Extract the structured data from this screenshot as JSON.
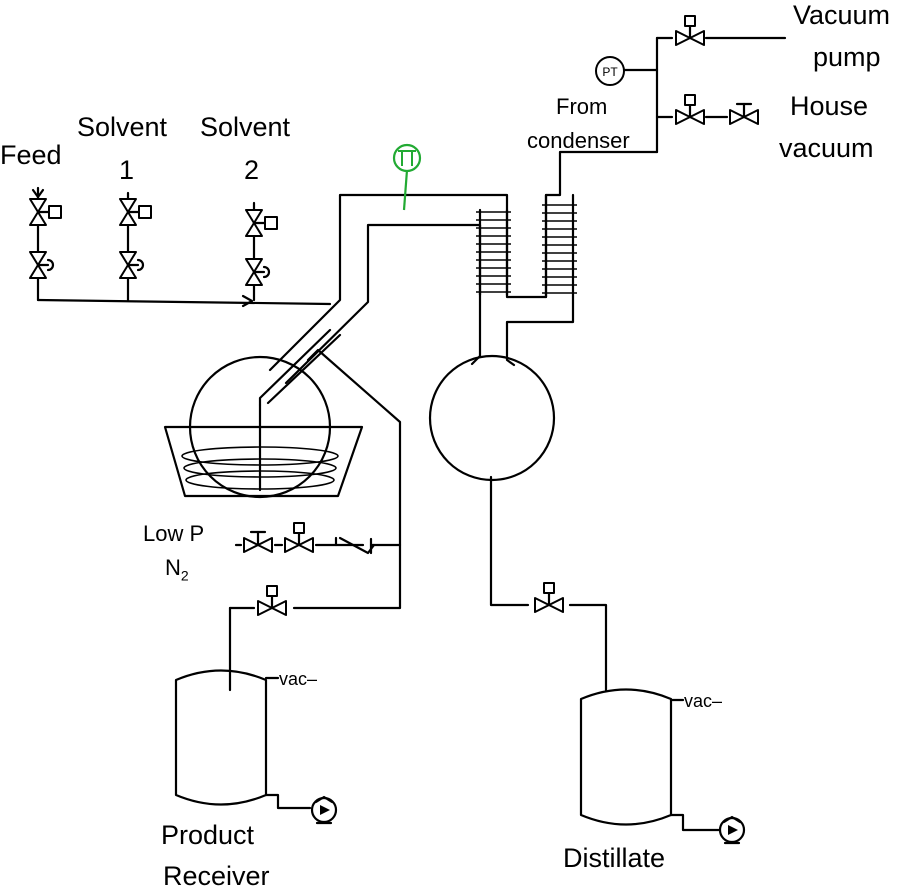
{
  "labels": {
    "feed": "Feed",
    "solvent1_name": "Solvent",
    "solvent1_num": "1",
    "solvent2_name": "Solvent",
    "solvent2_num": "2",
    "vacuum_pump_1": "Vacuum",
    "vacuum_pump_2": "pump",
    "house_vacuum_1": "House",
    "house_vacuum_2": "vacuum",
    "from_condenser_1": "From",
    "from_condenser_2": "condenser",
    "pressure_transmitter": "PT",
    "low_p": "Low P",
    "n2": "N",
    "n2_sub": "2",
    "vac_product": "vac",
    "vac_distillate": "vac",
    "product_receiver_1": "Product",
    "product_receiver_2": "Receiver",
    "distillate": "Distillate"
  },
  "colors": {
    "line": "#000000",
    "temperature_indicator": "#22aa33"
  }
}
